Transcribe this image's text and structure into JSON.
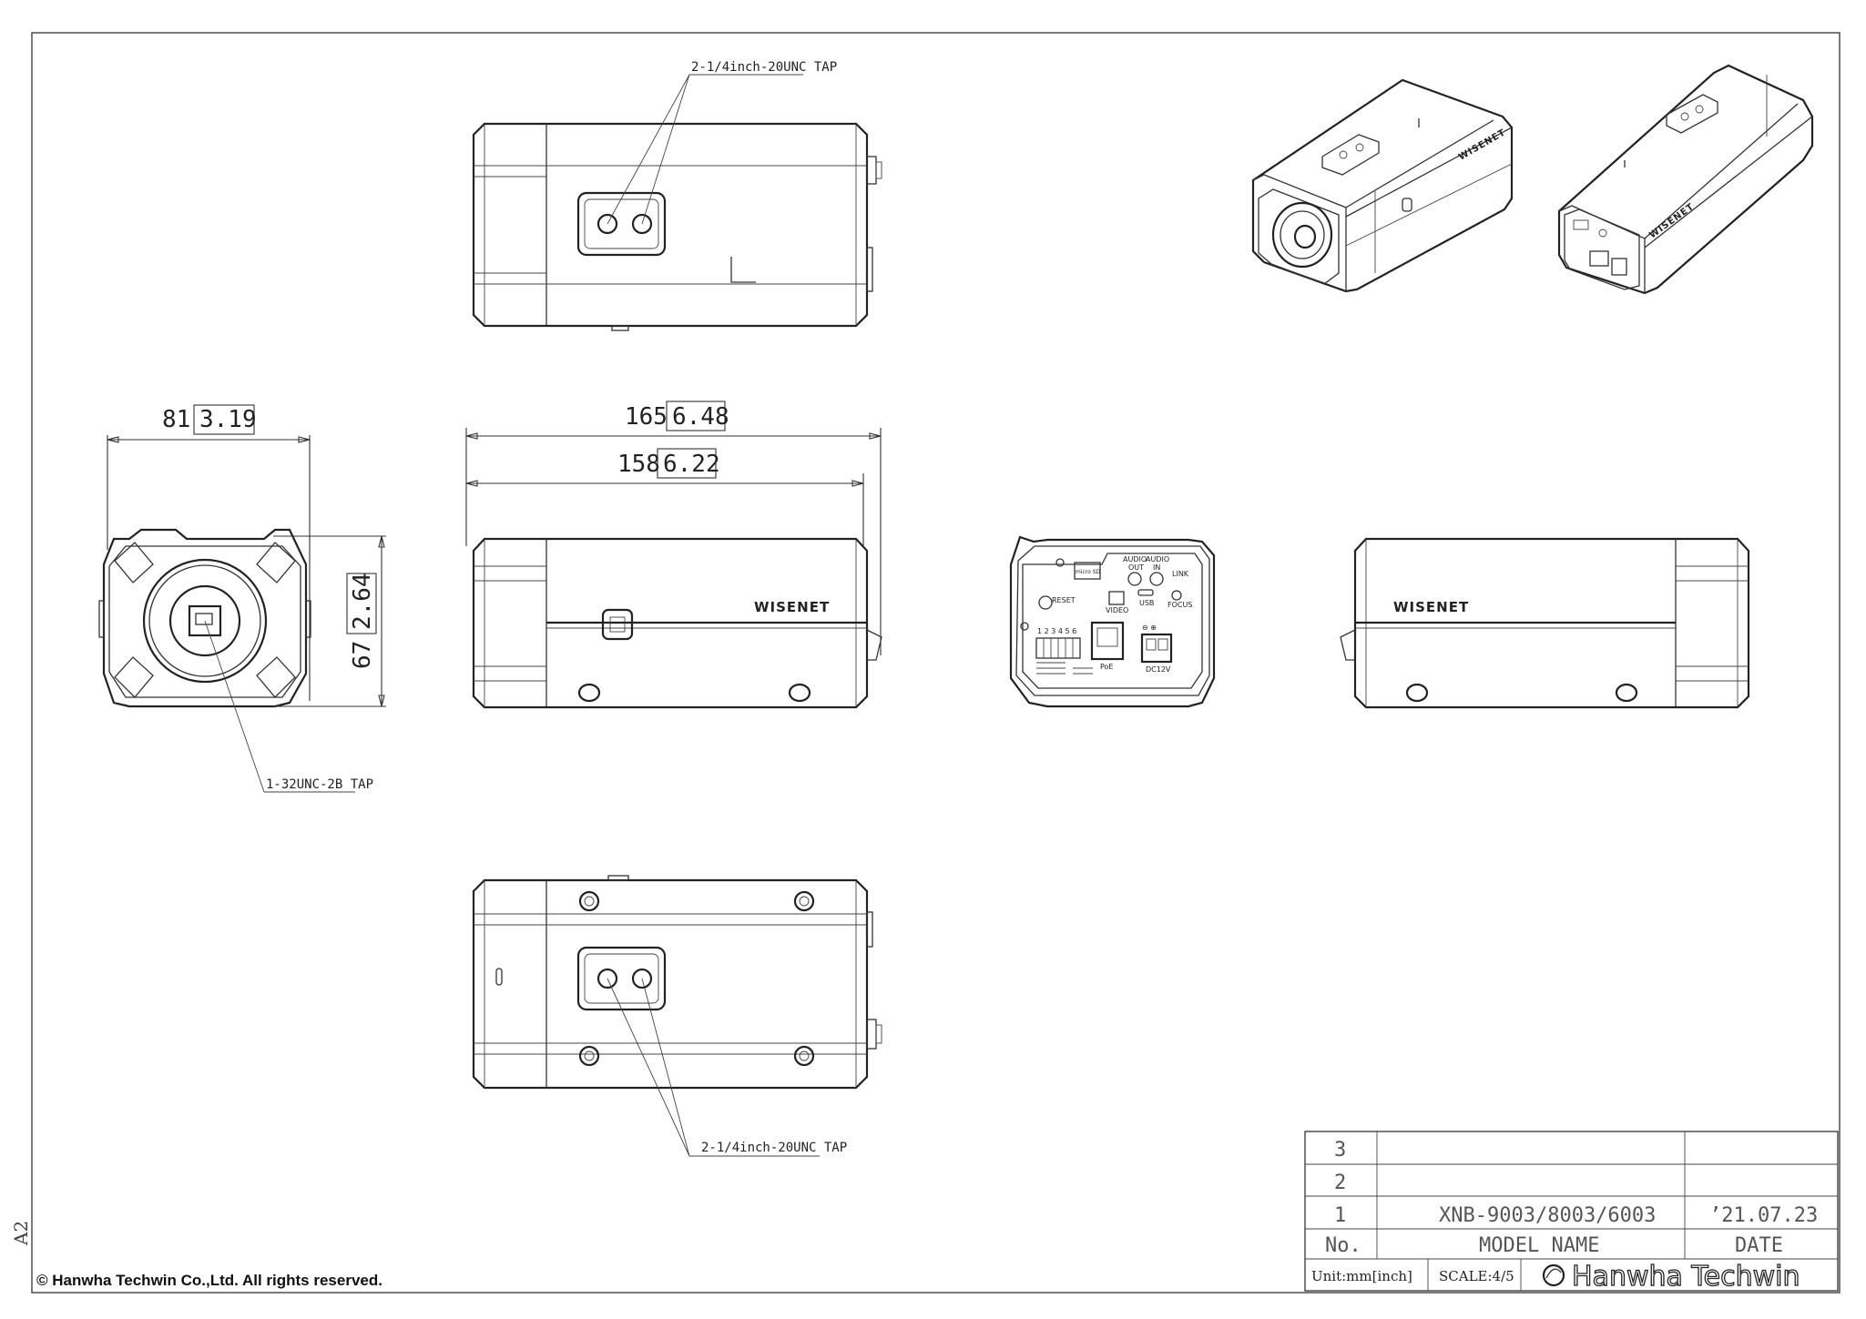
{
  "sheet": {
    "size_label": "A2",
    "copyright": "© Hanwha Techwin Co.,Ltd. All rights reserved."
  },
  "dimensions": {
    "width": "81",
    "width_inch": "3.19",
    "height": "67",
    "height_inch": "2.64",
    "length_overall": "165",
    "length_overall_inch": "6.48",
    "length_body": "158",
    "length_body_inch": "6.22"
  },
  "callouts": {
    "top_tap": "2-1/4inch-20UNC TAP",
    "front_tap": "1-32UNC-2B TAP",
    "bottom_tap": "2-1/4inch-20UNC TAP"
  },
  "brand_mark": "WISENET",
  "rear_panel": {
    "reset": "RESET",
    "audio_out": [
      "AUDIO",
      "OUT"
    ],
    "audio_in": [
      "AUDIO",
      "IN"
    ],
    "link": "LINK",
    "focus": "FOCUS",
    "video": "VIDEO",
    "usb": "USB",
    "poe": "PoE",
    "dc": "DC12V",
    "pins": "1 2 3 4 5 6",
    "sd": "micro SD"
  },
  "title_block": {
    "rows": [
      {
        "no": "3",
        "model": "",
        "date": ""
      },
      {
        "no": "2",
        "model": "",
        "date": ""
      },
      {
        "no": "1",
        "model": "XNB-9003/8003/6003",
        "date": "’21.07.23"
      }
    ],
    "header": {
      "no": "No.",
      "model": "MODEL NAME",
      "date": "DATE"
    },
    "unit": "Unit:mm[inch]",
    "scale": "SCALE:4/5",
    "company": "Hanwha Techwin"
  },
  "colors": {
    "line": "#222222",
    "background": "#ffffff"
  }
}
